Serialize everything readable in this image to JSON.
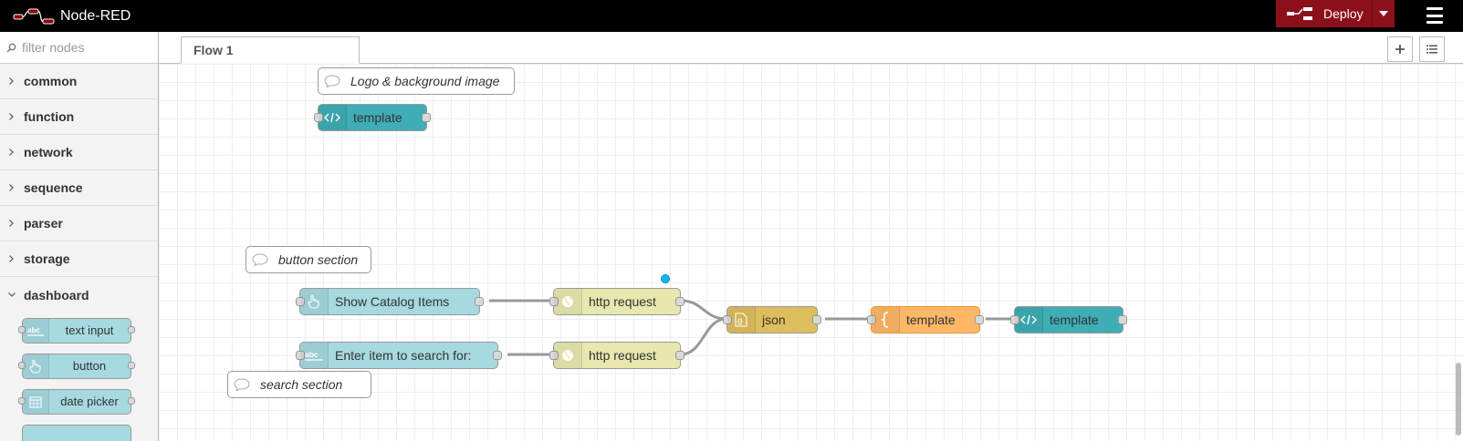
{
  "header": {
    "app_title": "Node-RED",
    "deploy_label": "Deploy"
  },
  "palette": {
    "search_placeholder": "filter nodes",
    "categories": [
      {
        "label": "common",
        "expanded": false
      },
      {
        "label": "function",
        "expanded": false
      },
      {
        "label": "network",
        "expanded": false
      },
      {
        "label": "sequence",
        "expanded": false
      },
      {
        "label": "parser",
        "expanded": false
      },
      {
        "label": "storage",
        "expanded": false
      },
      {
        "label": "dashboard",
        "expanded": true
      }
    ],
    "dashboard_nodes": [
      {
        "label": "text input",
        "icon": "abc-icon"
      },
      {
        "label": "button",
        "icon": "hand-pointer-icon"
      },
      {
        "label": "date picker",
        "icon": "calendar-icon"
      }
    ]
  },
  "tabs": {
    "items": [
      {
        "label": "Flow 1",
        "active": true
      }
    ]
  },
  "flow": {
    "comments": [
      {
        "label": "Logo & background image"
      },
      {
        "label": "button section"
      },
      {
        "label": "search section"
      }
    ],
    "nodes": [
      {
        "label": "template",
        "type": "ui-template",
        "color": "#3fadb5"
      },
      {
        "label": "Show Catalog Items",
        "type": "ui-button",
        "color": "#a6d9e0"
      },
      {
        "label": "http request",
        "type": "http-request",
        "color": "#e7e7ae",
        "changed": true
      },
      {
        "label": "Enter item to search for:",
        "type": "ui-text-input",
        "color": "#a6d9e0"
      },
      {
        "label": "http request",
        "type": "http-request",
        "color": "#e7e7ae"
      },
      {
        "label": "json",
        "type": "json",
        "color": "#debd5c"
      },
      {
        "label": "template",
        "type": "template",
        "color": "#fdb767"
      },
      {
        "label": "template",
        "type": "ui-template",
        "color": "#3fadb5"
      }
    ]
  },
  "colors": {
    "header_bg": "#000000",
    "deploy_bg": "#8c101c",
    "changed_indicator": "#00bcff"
  }
}
